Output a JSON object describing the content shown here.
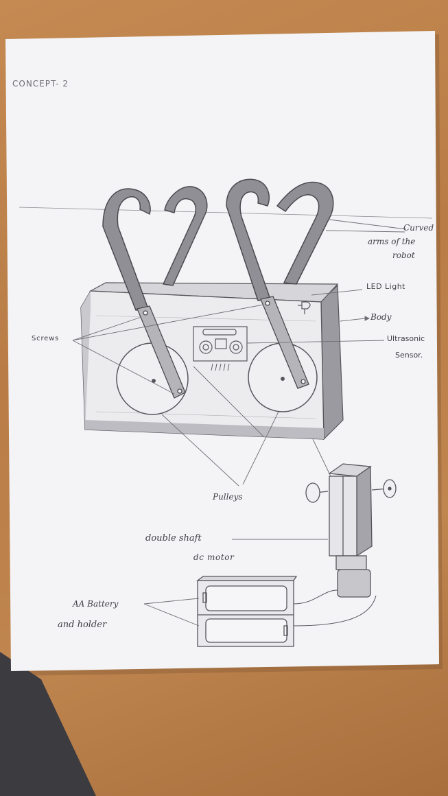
{
  "title": "CONCEPT- 2",
  "labels": {
    "curved_arms_1": "Curved",
    "curved_arms_2": "arms of the",
    "curved_arms_3": "robot",
    "led": "LED Light",
    "body": "Body",
    "ultrasonic_1": "Ultrasonic",
    "ultrasonic_2": "Sensor.",
    "screws": "Screws",
    "pulleys": "Pulleys",
    "motor_1": "double shaft",
    "motor_2": "dc motor",
    "battery_1": "AA Battery",
    "battery_2": "and holder"
  },
  "colors": {
    "table": "#bd824c",
    "paper": "#f4f4f6",
    "pencil": "#55555c",
    "shade": "#8d8d92"
  }
}
